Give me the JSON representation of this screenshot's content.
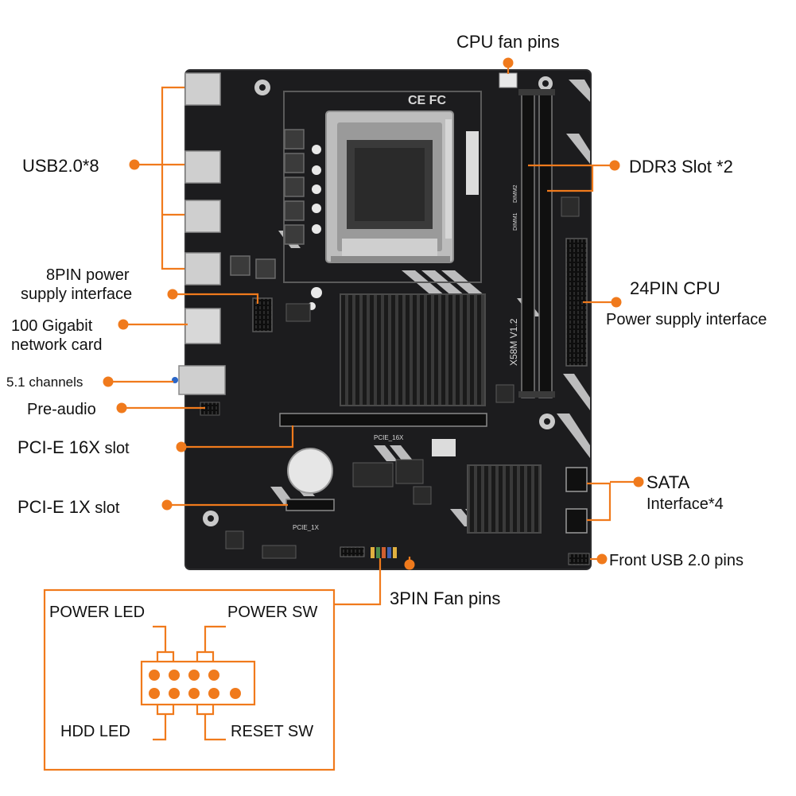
{
  "colors": {
    "accent": "#f07a1c",
    "board": "#1c1c1e",
    "text": "#111111"
  },
  "callouts": {
    "cpu_fan": "CPU fan pins",
    "usb": "USB2.0*8",
    "ddr3": "DDR3 Slot *2",
    "power8_line1": "8PIN power",
    "power8_line2": "supply interface",
    "power24_line1": "24PIN CPU",
    "power24_line2": "Power supply interface",
    "nic_line1": "100 Gigabit",
    "nic_line2": "network card",
    "channels": "5.1 channels",
    "pre_audio": "Pre-audio",
    "pcie16_main": "PCI-E 16X",
    "pcie16_suffix": " slot",
    "pcie1_main": "PCI-E 1X",
    "pcie1_suffix": " slot",
    "sata_line1": "SATA",
    "sata_line2": "Interface*4",
    "front_usb": "Front USB 2.0 pins",
    "fan3pin": "3PIN Fan pins"
  },
  "panel_header": {
    "power_led": "POWER LED",
    "power_sw": "POWER SW",
    "hdd_led": "HDD LED",
    "reset_sw": "RESET SW"
  },
  "board_print": {
    "model": "X58M V1.2",
    "cert": "CE FC",
    "pcie16": "PCIE_16X",
    "pcie1": "PCIE_1X",
    "dimm1": "DIMM1",
    "dimm2": "DIMM2"
  }
}
